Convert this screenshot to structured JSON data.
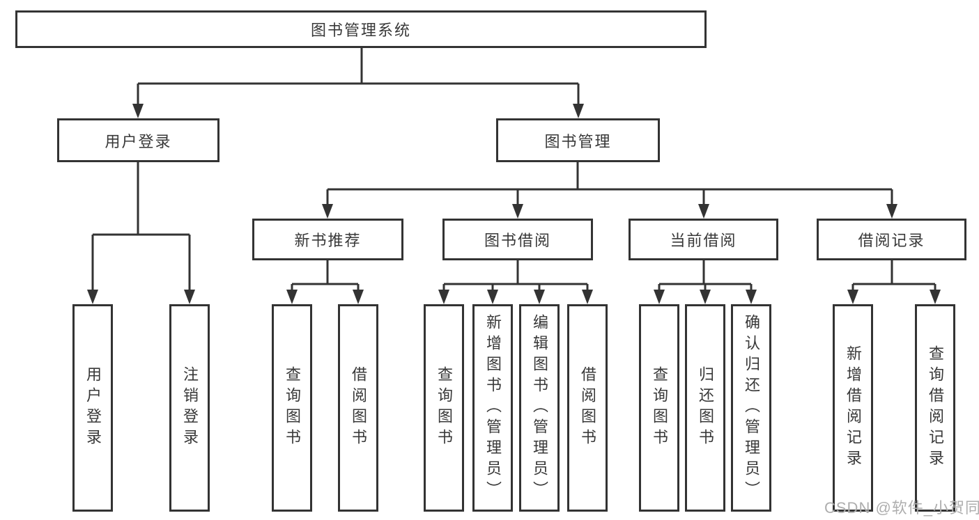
{
  "diagram": {
    "title_node": {
      "label": "图书管理系统"
    },
    "level2": [
      {
        "label": "用户登录"
      },
      {
        "label": "图书管理"
      }
    ],
    "level3": [
      {
        "label": "新书推荐"
      },
      {
        "label": "图书借阅"
      },
      {
        "label": "当前借阅"
      },
      {
        "label": "借阅记录"
      }
    ],
    "leaves": [
      {
        "label": "用户登录"
      },
      {
        "label": "注销登录"
      },
      {
        "label": "查询图书"
      },
      {
        "label": "借阅图书"
      },
      {
        "label": "查询图书"
      },
      {
        "label": "新增图书（管理员）"
      },
      {
        "label": "编辑图书（管理员）"
      },
      {
        "label": "借阅图书"
      },
      {
        "label": "查询图书"
      },
      {
        "label": "归还图书"
      },
      {
        "label": "确认归还（管理员）"
      },
      {
        "label": "新增借阅记录"
      },
      {
        "label": "查询借阅记录"
      }
    ]
  },
  "watermark": "CSDN @软件_小贺同学",
  "colors": {
    "line": "#333333",
    "text": "#383838",
    "watermark": "#aeaeae",
    "background": "#ffffff"
  }
}
